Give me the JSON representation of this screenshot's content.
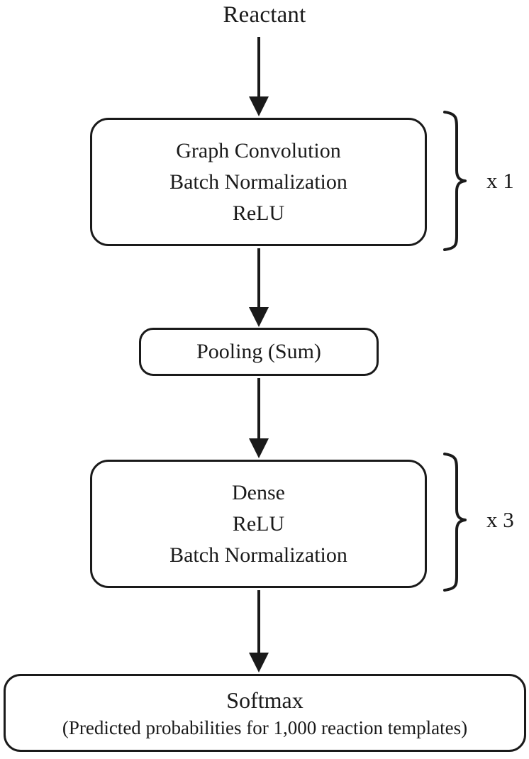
{
  "diagram": {
    "title": "Reactant",
    "type": "flowchart",
    "orientation": "top-to-bottom",
    "stroke_color": "#1a1a1a",
    "background_color": "#ffffff",
    "nodes": [
      {
        "id": "reactant",
        "kind": "label",
        "text": "Reactant"
      },
      {
        "id": "gcn-block",
        "kind": "rounded-box",
        "lines": [
          "Graph Convolution",
          "Batch Normalization",
          "ReLU"
        ],
        "repeat": "x 1"
      },
      {
        "id": "pooling",
        "kind": "rounded-box",
        "lines": [
          "Pooling (Sum)"
        ]
      },
      {
        "id": "dense-block",
        "kind": "rounded-box",
        "lines": [
          "Dense",
          "ReLU",
          "Batch Normalization"
        ],
        "repeat": "x 3"
      },
      {
        "id": "softmax",
        "kind": "rounded-box",
        "main": "Softmax",
        "sub": "(Predicted probabilities for 1,000 reaction templates)"
      }
    ],
    "edges": [
      {
        "from": "reactant",
        "to": "gcn-block",
        "style": "arrow-down"
      },
      {
        "from": "gcn-block",
        "to": "pooling",
        "style": "arrow-down"
      },
      {
        "from": "pooling",
        "to": "dense-block",
        "style": "arrow-down"
      },
      {
        "from": "dense-block",
        "to": "softmax",
        "style": "arrow-down"
      }
    ],
    "braces": [
      {
        "id": "brace-gcn",
        "label": "x 1"
      },
      {
        "id": "brace-dense",
        "label": "x 3"
      }
    ]
  },
  "boxes": {
    "gcn": {
      "line1": "Graph Convolution",
      "line2": "Batch Normalization",
      "line3": "ReLU"
    },
    "pooling": {
      "line1": "Pooling (Sum)"
    },
    "dense": {
      "line1": "Dense",
      "line2": "ReLU",
      "line3": "Batch Normalization"
    },
    "softmax": {
      "main": "Softmax",
      "sub": "(Predicted probabilities for 1,000 reaction templates)"
    }
  },
  "labels": {
    "repeat_gcn": "x 1",
    "repeat_dense": "x 3"
  }
}
